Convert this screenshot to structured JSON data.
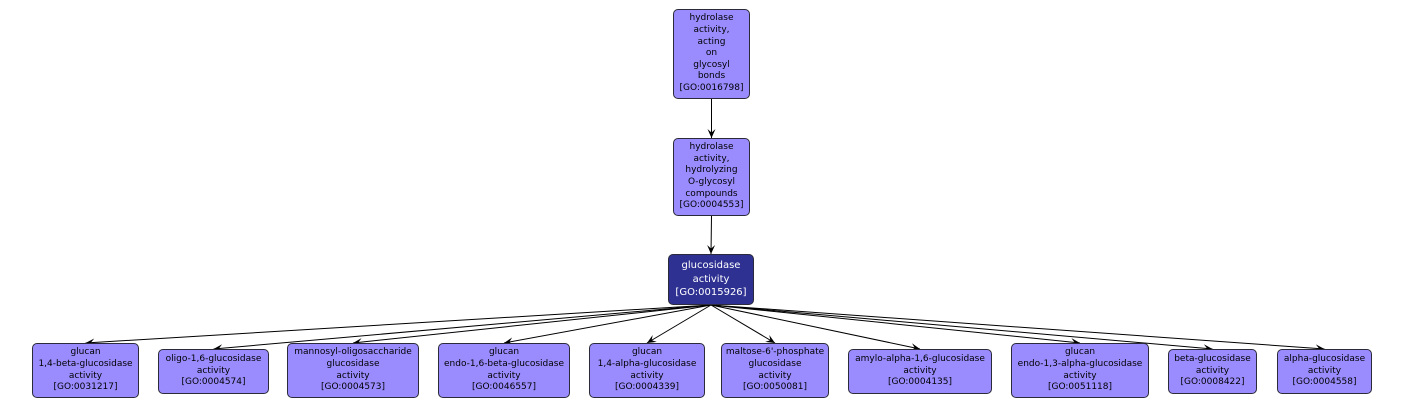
{
  "colors": {
    "node_fill": "#9a8cff",
    "focus_fill": "#2e3192",
    "edge": "#000000",
    "background": "#ffffff"
  },
  "nodes": [
    {
      "id": "GO:0016798",
      "lines": [
        "hydrolase",
        "activity,",
        "acting",
        "on",
        "glycosyl",
        "bonds",
        "[GO:0016798]"
      ],
      "focus": false
    },
    {
      "id": "GO:0004553",
      "lines": [
        "hydrolase",
        "activity,",
        "hydrolyzing",
        "O-glycosyl",
        "compounds",
        "[GO:0004553]"
      ],
      "focus": false
    },
    {
      "id": "GO:0015926",
      "lines": [
        "glucosidase",
        "activity",
        "[GO:0015926]"
      ],
      "focus": true
    },
    {
      "id": "GO:0031217",
      "lines": [
        "glucan",
        "1,4-beta-glucosidase",
        "activity",
        "[GO:0031217]"
      ],
      "focus": false
    },
    {
      "id": "GO:0004574",
      "lines": [
        "oligo-1,6-glucosidase",
        "activity",
        "[GO:0004574]"
      ],
      "focus": false
    },
    {
      "id": "GO:0004573",
      "lines": [
        "mannosyl-oligosaccharide",
        "glucosidase",
        "activity",
        "[GO:0004573]"
      ],
      "focus": false
    },
    {
      "id": "GO:0046557",
      "lines": [
        "glucan",
        "endo-1,6-beta-glucosidase",
        "activity",
        "[GO:0046557]"
      ],
      "focus": false
    },
    {
      "id": "GO:0004339",
      "lines": [
        "glucan",
        "1,4-alpha-glucosidase",
        "activity",
        "[GO:0004339]"
      ],
      "focus": false
    },
    {
      "id": "GO:0050081",
      "lines": [
        "maltose-6'-phosphate",
        "glucosidase",
        "activity",
        "[GO:0050081]"
      ],
      "focus": false
    },
    {
      "id": "GO:0004135",
      "lines": [
        "amylo-alpha-1,6-glucosidase",
        "activity",
        "[GO:0004135]"
      ],
      "focus": false
    },
    {
      "id": "GO:0051118",
      "lines": [
        "glucan",
        "endo-1,3-alpha-glucosidase",
        "activity",
        "[GO:0051118]"
      ],
      "focus": false
    },
    {
      "id": "GO:0008422",
      "lines": [
        "beta-glucosidase",
        "activity",
        "[GO:0008422]"
      ],
      "focus": false
    },
    {
      "id": "GO:0004558",
      "lines": [
        "alpha-glucosidase",
        "activity",
        "[GO:0004558]"
      ],
      "focus": false
    }
  ],
  "edges": [
    {
      "from": "GO:0016798",
      "to": "GO:0004553"
    },
    {
      "from": "GO:0004553",
      "to": "GO:0015926"
    },
    {
      "from": "GO:0015926",
      "to": "GO:0031217"
    },
    {
      "from": "GO:0015926",
      "to": "GO:0004574"
    },
    {
      "from": "GO:0015926",
      "to": "GO:0004573"
    },
    {
      "from": "GO:0015926",
      "to": "GO:0046557"
    },
    {
      "from": "GO:0015926",
      "to": "GO:0004339"
    },
    {
      "from": "GO:0015926",
      "to": "GO:0050081"
    },
    {
      "from": "GO:0015926",
      "to": "GO:0004135"
    },
    {
      "from": "GO:0015926",
      "to": "GO:0051118"
    },
    {
      "from": "GO:0015926",
      "to": "GO:0008422"
    },
    {
      "from": "GO:0015926",
      "to": "GO:0004558"
    }
  ]
}
